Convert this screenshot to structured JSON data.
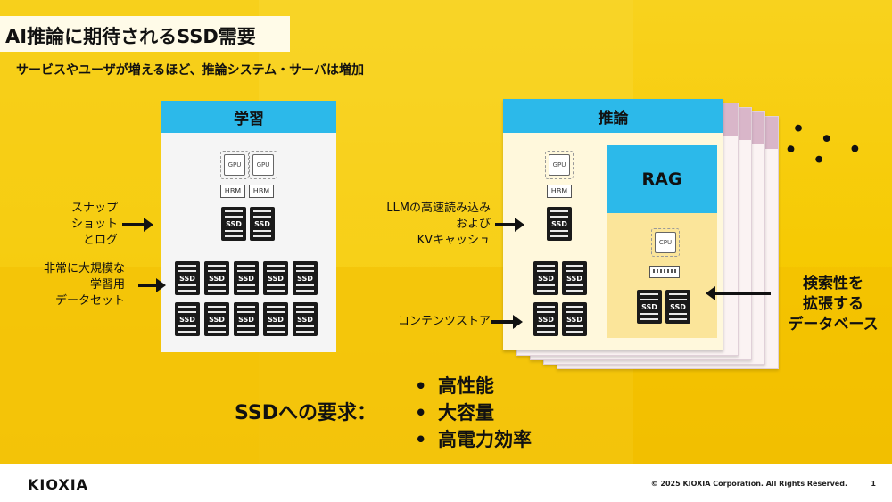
{
  "title": "AI推論に期待されるSSD需要",
  "subtitle": "サービスやユーザが増えるほど、推論システム・サーバは増加",
  "training": {
    "header": "学習",
    "chips": [
      "GPU",
      "GPU"
    ],
    "hbm": [
      "HBM",
      "HBM"
    ],
    "ssd_label": "SSD",
    "label_snapshot": [
      "スナップ",
      "ショット",
      "とログ"
    ],
    "label_dataset": [
      "非常に大規模な",
      "学習用",
      "データセット"
    ]
  },
  "inference": {
    "header": "推論",
    "chip": "GPU",
    "hbm": "HBM",
    "ssd_label": "SSD",
    "label_llm": [
      "LLMの高速読み込み",
      "および",
      "KVキャッシュ"
    ],
    "label_contents": "コンテンツストア",
    "rag_header": "RAG",
    "rag_chip": "CPU",
    "dots": "• • • • •"
  },
  "rag_label": [
    "検索性を",
    "拡張する",
    "データベース"
  ],
  "requirements": {
    "label": "SSDへの要求：",
    "bullet": "•",
    "items": [
      "高性能",
      "大容量",
      "高電力効率"
    ]
  },
  "footer": {
    "logo": "KIOXIA",
    "copyright": "© 2025 KIOXIA Corporation. All Rights Reserved.",
    "page": "1"
  }
}
